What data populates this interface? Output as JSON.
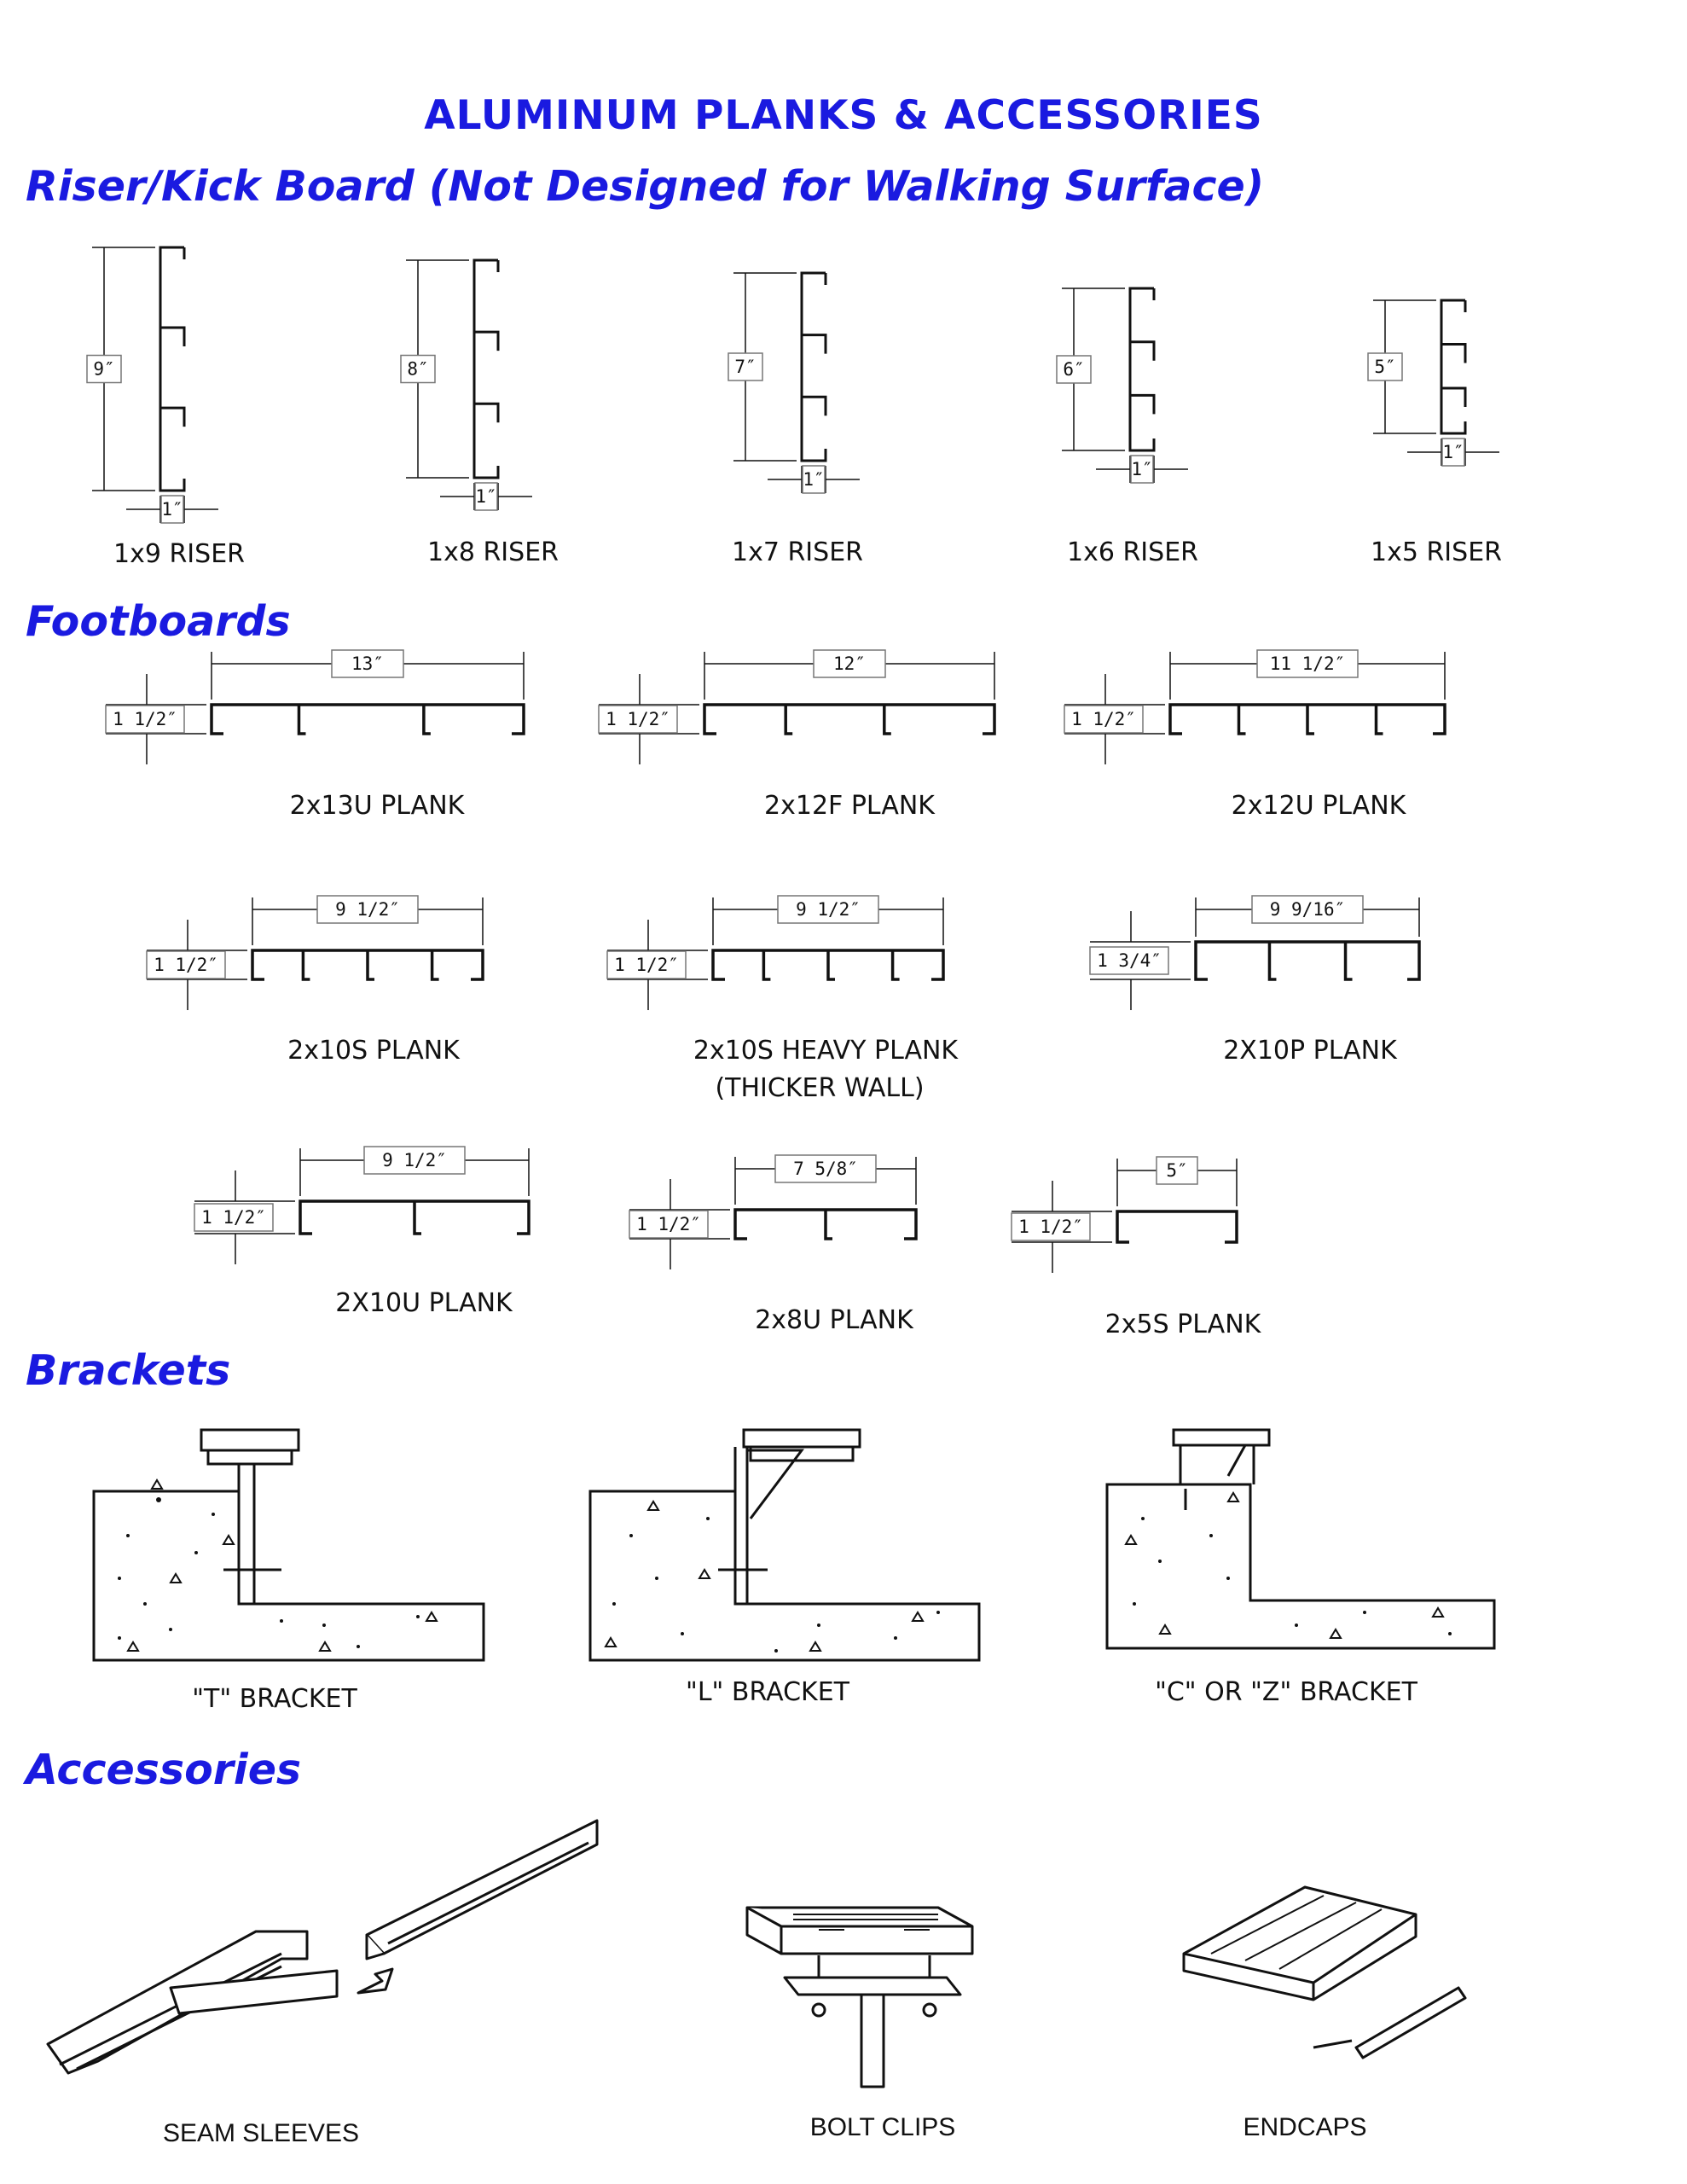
{
  "title": "ALUMINUM PLANKS & ACCESSORIES",
  "sections": {
    "riser": "Riser/Kick Board (Not Designed for Walking Surface)",
    "footboards": "Footboards",
    "brackets": "Brackets",
    "accessories": "Accessories"
  },
  "risers": [
    {
      "label": "1x9 RISER",
      "height": "9″",
      "width": "1″"
    },
    {
      "label": "1x8 RISER",
      "height": "8″",
      "width": "1″"
    },
    {
      "label": "1x7 RISER",
      "height": "7″",
      "width": "1″"
    },
    {
      "label": "1x6 RISER",
      "height": "6″",
      "width": "1″"
    },
    {
      "label": "1x5 RISER",
      "height": "5″",
      "width": "1″"
    }
  ],
  "planks": [
    {
      "label": "2x13U PLANK",
      "width": "13″",
      "height": "1 1/2″"
    },
    {
      "label": "2x12F PLANK",
      "width": "12″",
      "height": "1 1/2″"
    },
    {
      "label": "2x12U PLANK",
      "width": "11 1/2″",
      "height": "1 1/2″"
    },
    {
      "label": "2x10S PLANK",
      "width": "9 1/2″",
      "height": "1 1/2″"
    },
    {
      "label": "2x10S HEAVY PLANK",
      "label2": "(THICKER WALL)",
      "width": "9 1/2″",
      "height": "1 1/2″"
    },
    {
      "label": "2X10P PLANK",
      "width": "9 9/16″",
      "height": "1 3/4″"
    },
    {
      "label": "2X10U PLANK",
      "width": "9 1/2″",
      "height": "1 1/2″"
    },
    {
      "label": "2x8U PLANK",
      "width": "7 5/8″",
      "height": "1 1/2″"
    },
    {
      "label": "2x5S PLANK",
      "width": "5″",
      "height": "1 1/2″"
    }
  ],
  "brackets": [
    {
      "label": "\"T\" BRACKET"
    },
    {
      "label": "\"L\" BRACKET"
    },
    {
      "label": "\"C\" OR \"Z\" BRACKET"
    }
  ],
  "accessories": [
    {
      "label": "SEAM SLEEVES"
    },
    {
      "label": "BOLT CLIPS"
    },
    {
      "label": "ENDCAPS"
    }
  ]
}
